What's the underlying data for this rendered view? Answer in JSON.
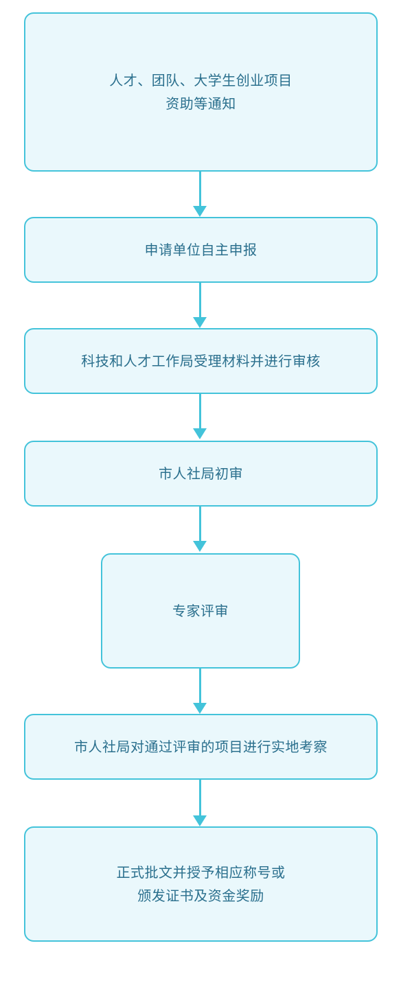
{
  "flowchart": {
    "steps": [
      {
        "label": "人才、团队、大学生创业项目\n资助等通知"
      },
      {
        "label": "申请单位自主申报"
      },
      {
        "label": "科技和人才工作局受理材料并进行审核"
      },
      {
        "label": "市人社局初审"
      },
      {
        "label": "专家评审"
      },
      {
        "label": "市人社局对通过评审的项目进行实地考察"
      },
      {
        "label": "正式批文并授予相应称号或\n颁发证书及资金奖励"
      }
    ],
    "colors": {
      "box_fill": "#eaf8fc",
      "box_border": "#43c3da",
      "arrow": "#43c3da",
      "text": "#2a6f8d"
    }
  }
}
